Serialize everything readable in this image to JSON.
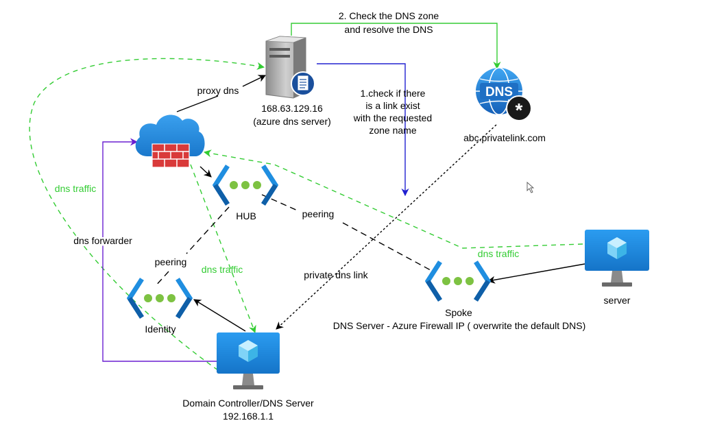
{
  "nodes": {
    "dns_server": {
      "ip": "168.63.129.16",
      "name": "(azure dns server)"
    },
    "dns_zone": {
      "icon_text": "DNS",
      "label": "abc.privatelink.com"
    },
    "hub": {
      "label": "HUB"
    },
    "identity": {
      "label": "Identity"
    },
    "spoke": {
      "label": "Spoke",
      "sublabel": "DNS Server - Azure Firewall IP ( overwrite the default DNS)"
    },
    "server": {
      "label": "server"
    },
    "domain_controller": {
      "label": "Domain Controller/DNS Server",
      "ip": "192.168.1.1"
    }
  },
  "edge_labels": {
    "check_zone_line1": "2. Check the DNS zone",
    "check_zone_line2": "and resolve the DNS",
    "check_link_line1": "1.check if there",
    "check_link_line2": "is a link exist",
    "check_link_line3": "with the requested",
    "check_link_line4": "zone name",
    "proxy_dns": "proxy dns",
    "dns_traffic_left": "dns traffic",
    "dns_traffic_middle": "dns traffic",
    "dns_traffic_right": "dns traffic",
    "dns_forwarder": "dns forwarder",
    "peering_hub_spoke": "peering",
    "peering_hub_identity": "peering",
    "private_dns_link": "private dns link"
  },
  "colors": {
    "green_flow": "#33cc33",
    "purple_flow": "#6a1fd1",
    "blue_flow": "#2020d0",
    "azure_blue": "#1f8ee0",
    "azure_dark": "#0f5fa8",
    "network_green": "#7dc242",
    "firewall_red": "#d93a3a"
  }
}
